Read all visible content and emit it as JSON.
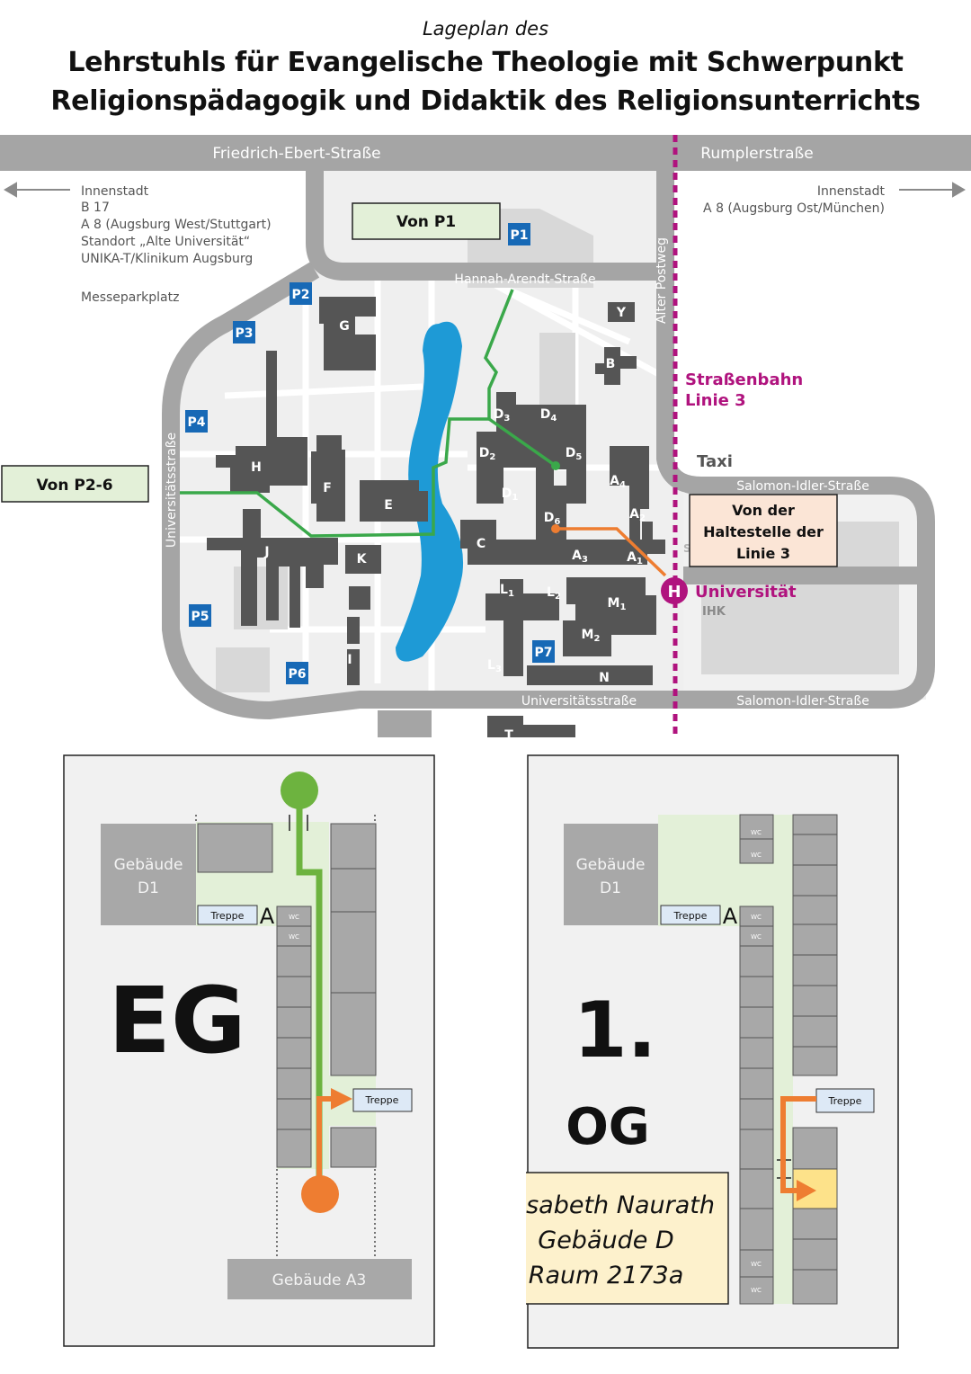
{
  "header": {
    "subtitle": "Lageplan des",
    "title_line1": "Lehrstuhls für Evangelische Theologie mit Schwerpunkt",
    "title_line2": "Religionspädagogik und Didaktik des Religionsunterrichts"
  },
  "streets": {
    "friedrich": "Friedrich-Ebert-Straße",
    "rumpler": "Rumplerstraße",
    "hannah": "Hannah-Arendt-Straße",
    "alter_postweg": "Alter Postweg",
    "salomon_top": "Salomon-Idler-Straße",
    "salomon_bottom": "Salomon-Idler-Straße",
    "uni_bottom": "Universitätsstraße",
    "uni_left": "Universitätsstraße"
  },
  "directions_left": [
    "Innenstadt",
    "B 17",
    "A 8 (Augsburg West/Stuttgart)",
    "Standort „Alte Universität“",
    "UNIKA-T/Klinikum Augsburg"
  ],
  "messe": "Messeparkplatz",
  "directions_right": [
    "Innenstadt",
    "A 8 (Augsburg Ost/München)"
  ],
  "parking": [
    "P1",
    "P2",
    "P3",
    "P4",
    "P5",
    "P6",
    "P7"
  ],
  "buildings": {
    "G": "G",
    "Y": "Y",
    "B": "B",
    "H": "H",
    "F": "F",
    "E": "E",
    "J": "J",
    "K": "K",
    "I": "I",
    "C": "C",
    "N": "N",
    "D": "D",
    "A": "A",
    "L": "L",
    "M": "M",
    "S": "S",
    "T": "T",
    "IHK": "IHK",
    "sub1": "1",
    "sub2": "2",
    "sub3": "3",
    "sub4": "4",
    "sub5": "5",
    "sub6": "6"
  },
  "tram": {
    "line1": "Straßenbahn",
    "line2": "Linie 3"
  },
  "taxi": "Taxi",
  "stop": {
    "symbol": "H",
    "name": "Universität"
  },
  "labels": {
    "von_p1": "Von P1",
    "von_p26": "Von P2-6",
    "von_tram": [
      "Von der",
      "Haltestelle der",
      "Linie 3"
    ]
  },
  "floor_eg": {
    "heading": "EG",
    "gebaeude_d1": [
      "Gebäude",
      "D1"
    ],
    "treppe": "Treppe",
    "treppe_right": "Treppe",
    "a_letter": "A",
    "wc": "WC",
    "gebaeude_a3": "Gebäude A3"
  },
  "floor_og": {
    "heading_num": "1.",
    "heading_og": "OG",
    "gebaeude_d1": [
      "Gebäude",
      "D1"
    ],
    "treppe": "Treppe",
    "treppe_right": "Treppe",
    "a_letter": "A",
    "wc": "WC"
  },
  "room": {
    "name": "Elisabeth Naurath",
    "building": "Gebäude D",
    "room": "Raum 2173a"
  },
  "colors": {
    "street": "#a5a5a5",
    "building": "#555555",
    "lake": "#1e9ad6",
    "parking": "#1769b6",
    "tram": "#b0137e",
    "route_green": "#3aa84a",
    "route_orange": "#ee7d31",
    "corridor": "#e3f0d8",
    "plan_bg": "#f1f1f1",
    "room_gray": "#a8a8a8",
    "target_room": "#fde28a",
    "note_bg": "#fdf1cc"
  }
}
